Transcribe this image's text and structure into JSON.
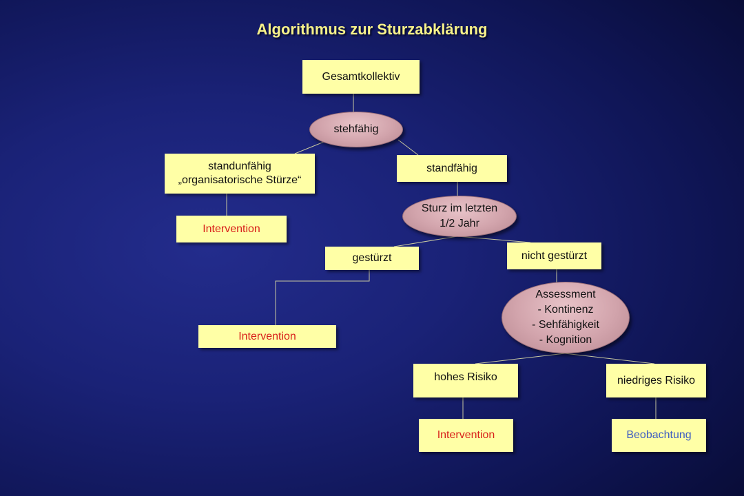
{
  "title": "Algorithmus zur Sturzabklärung",
  "colors": {
    "box_fill": "#ffffa6",
    "oval_fill": "#d2a4ac",
    "intervention_text": "#d8201a",
    "observation_text": "#3d5cc2",
    "title_text": "#f7f28a"
  },
  "nodes": {
    "gesamtkollektiv": "Gesamtkollektiv",
    "stehfaehig": "stehfähig",
    "standunfaehig": {
      "line1": "standunfähig",
      "line2": "„organisatorische Stürze“"
    },
    "standfaehig": "standfähig",
    "intervention_1": "Intervention",
    "sturz": {
      "line1": "Sturz im letzten",
      "line2": "1/2 Jahr"
    },
    "gestuerzt": "gestürzt",
    "nicht_gestuerzt": "nicht gestürzt",
    "intervention_2": "Intervention",
    "assessment": {
      "line1": "Assessment",
      "line2": "- Kontinenz",
      "line3": "- Sehfähigkeit",
      "line4": "- Kognition"
    },
    "hohes_risiko": "hohes Risiko",
    "niedriges_risiko": "niedriges Risiko",
    "intervention_3": "Intervention",
    "beobachtung": "Beobachtung"
  }
}
